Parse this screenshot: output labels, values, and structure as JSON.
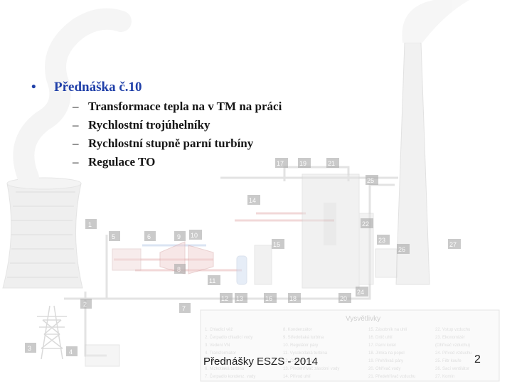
{
  "slide": {
    "title": "Přednáška č.10",
    "bullet_symbol": "•",
    "dash_symbol": "–",
    "items": [
      "Transformace tepla na v TM na práci",
      "Rychlostní trojúhelníky",
      "Rychlostní stupně parní turbíny",
      "Regulace TO"
    ]
  },
  "footer": {
    "text": "Přednášky ESZS - 2014",
    "page": "2"
  },
  "diagram": {
    "title": "Vysvětlivky",
    "numbers": [
      "1",
      "2",
      "3",
      "4",
      "5",
      "6",
      "7",
      "8",
      "9",
      "10",
      "11",
      "12",
      "13",
      "14",
      "15",
      "16",
      "17",
      "18",
      "19",
      "20",
      "21",
      "22",
      "23",
      "24",
      "25",
      "26",
      "27"
    ]
  },
  "colors": {
    "title": "#1f3fa8",
    "text": "#151515",
    "diagram_frame": "#c9c9c9",
    "diagram_text": "#bdbdbd"
  }
}
